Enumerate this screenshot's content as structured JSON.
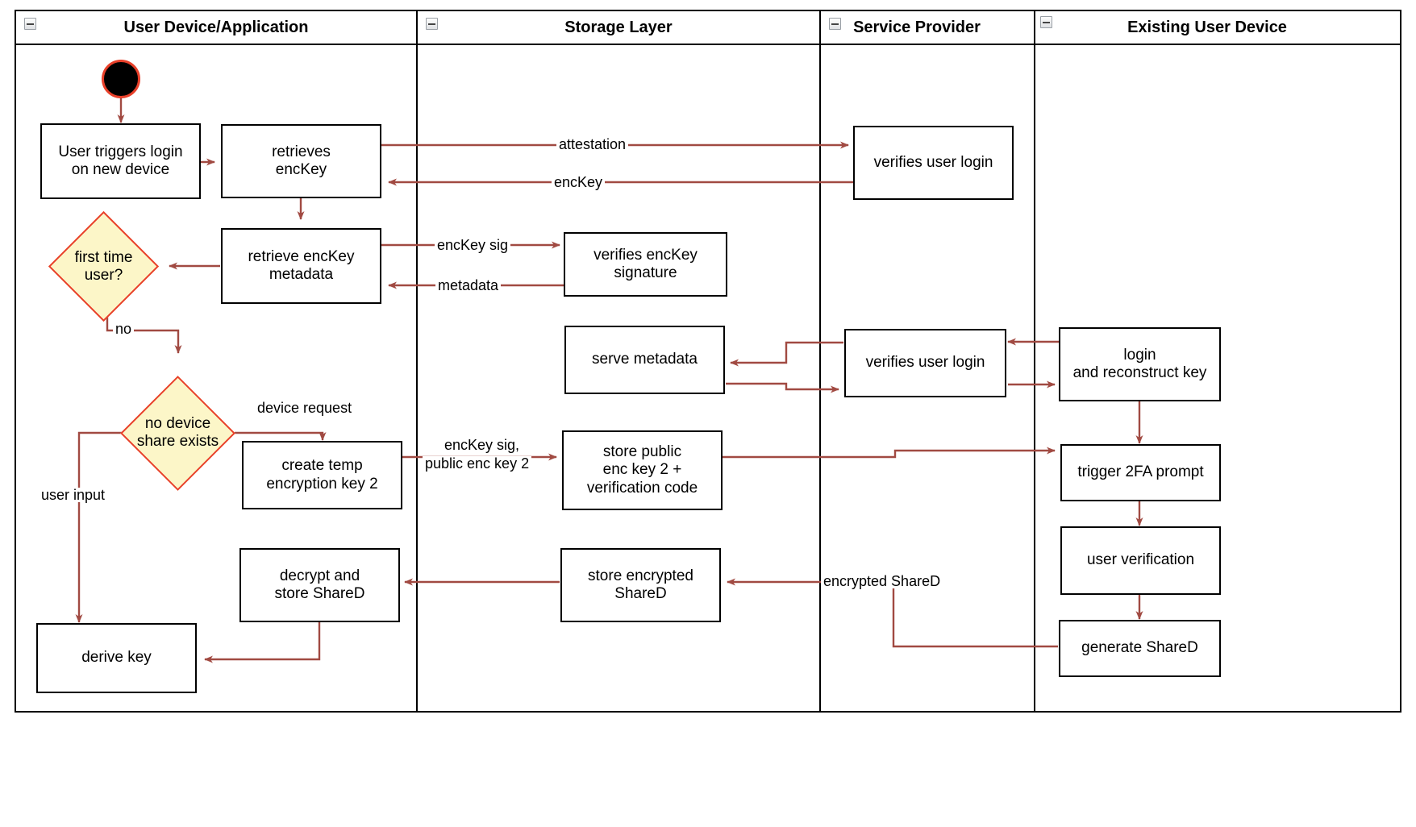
{
  "diagram": {
    "title": "Key recovery / new-device login swimlane activity diagram",
    "accent_edge_color": "#a14a42",
    "decision_fill": "#fcf6c8",
    "decision_stroke": "#e8402a",
    "start_stroke": "#e8402a"
  },
  "lanes": [
    {
      "id": "user-device",
      "label": "User Device/Application",
      "collapse_icon": "minus-box-icon"
    },
    {
      "id": "storage-layer",
      "label": "Storage Layer",
      "collapse_icon": "minus-box-icon"
    },
    {
      "id": "service-provider",
      "label": "Service Provider",
      "collapse_icon": "minus-box-icon"
    },
    {
      "id": "existing-user-device",
      "label": "Existing User Device",
      "collapse_icon": "minus-box-icon"
    }
  ],
  "nodes": [
    {
      "id": "start",
      "type": "start",
      "label": ""
    },
    {
      "id": "user-triggers-login",
      "type": "activity",
      "label": "User triggers login\non new device"
    },
    {
      "id": "retrieves-enckey",
      "type": "activity",
      "label": "retrieves\nencKey"
    },
    {
      "id": "retrieve-enckey-metadata",
      "type": "activity",
      "label": "retrieve encKey\nmetadata"
    },
    {
      "id": "first-time-user",
      "type": "decision",
      "label": "first time\nuser?"
    },
    {
      "id": "no-device-share-exists",
      "type": "decision",
      "label": "no device\nshare exists"
    },
    {
      "id": "create-temp-encryption-key-2",
      "type": "activity",
      "label": "create temp\nencryption key 2"
    },
    {
      "id": "decrypt-and-store-shared",
      "type": "activity",
      "label": "decrypt and\nstore ShareD"
    },
    {
      "id": "derive-key",
      "type": "activity",
      "label": "derive key"
    },
    {
      "id": "verifies-enckey-signature",
      "type": "activity",
      "label": "verifies encKey\nsignature"
    },
    {
      "id": "serve-metadata",
      "type": "activity",
      "label": "serve metadata"
    },
    {
      "id": "store-public-enc-key-2",
      "type": "activity",
      "label": "store public\nenc key 2 +\nverification code"
    },
    {
      "id": "store-encrypted-shared",
      "type": "activity",
      "label": "store encrypted\nShareD"
    },
    {
      "id": "verifies-user-login-top",
      "type": "activity",
      "label": "verifies user login"
    },
    {
      "id": "verifies-user-login-mid",
      "type": "activity",
      "label": "verifies user login"
    },
    {
      "id": "login-and-reconstruct-key",
      "type": "activity",
      "label": "login\nand reconstruct key"
    },
    {
      "id": "trigger-2fa-prompt",
      "type": "activity",
      "label": "trigger 2FA prompt"
    },
    {
      "id": "user-verification",
      "type": "activity",
      "label": "user verification"
    },
    {
      "id": "generate-shared",
      "type": "activity",
      "label": "generate ShareD"
    }
  ],
  "edge_labels": [
    {
      "id": "attestation",
      "text": "attestation"
    },
    {
      "id": "enckey",
      "text": "encKey"
    },
    {
      "id": "enckey-sig",
      "text": "encKey sig"
    },
    {
      "id": "metadata",
      "text": "metadata"
    },
    {
      "id": "no",
      "text": "no"
    },
    {
      "id": "device-request",
      "text": "device request"
    },
    {
      "id": "user-input",
      "text": "user input"
    },
    {
      "id": "enckey-sig-public-enc-key-2-line1",
      "text": "encKey sig,"
    },
    {
      "id": "enckey-sig-public-enc-key-2-line2",
      "text": "public enc key 2"
    },
    {
      "id": "encrypted-shared",
      "text": "encrypted ShareD"
    }
  ]
}
